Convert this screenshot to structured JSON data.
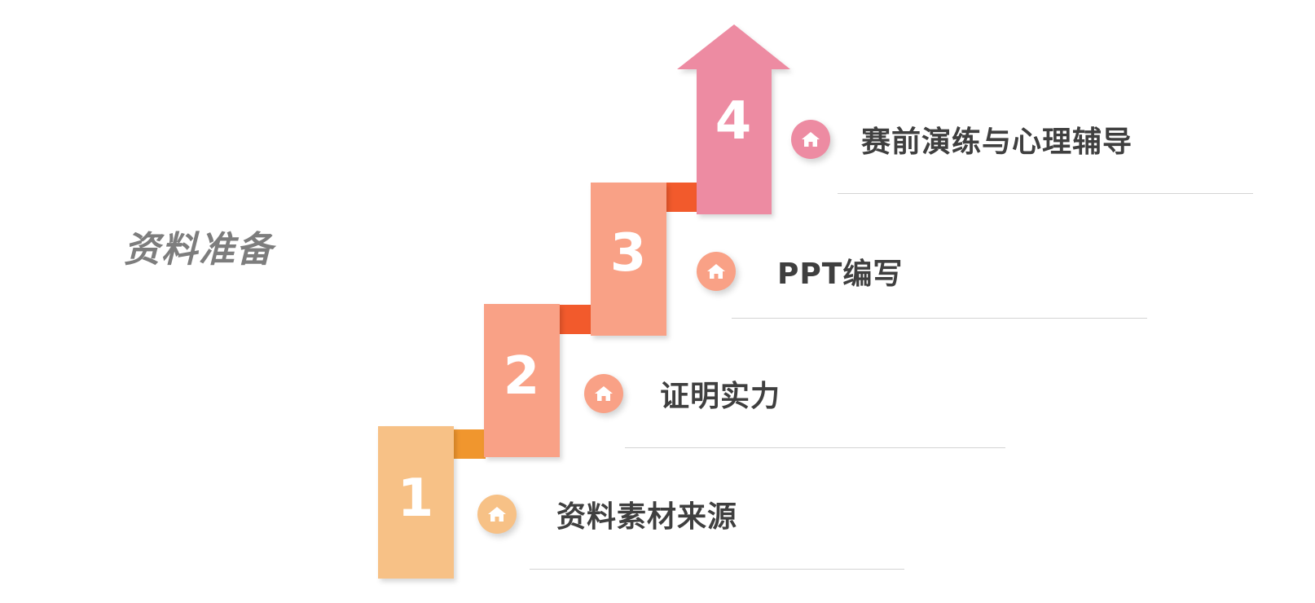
{
  "title": "资料准备",
  "steps": [
    {
      "number": "1",
      "label": "资料素材来源",
      "color": "#f7c186",
      "connector_color": "#f0962e"
    },
    {
      "number": "2",
      "label": "证明实力",
      "color": "#f9a186",
      "connector_color": "#f25a2c"
    },
    {
      "number": "3",
      "label": "PPT编写",
      "color": "#f9a186",
      "connector_color": "#f25a2c"
    },
    {
      "number": "4",
      "label": "赛前演练与心理辅导",
      "color": "#ed8ba2"
    }
  ],
  "icon": "home-icon"
}
